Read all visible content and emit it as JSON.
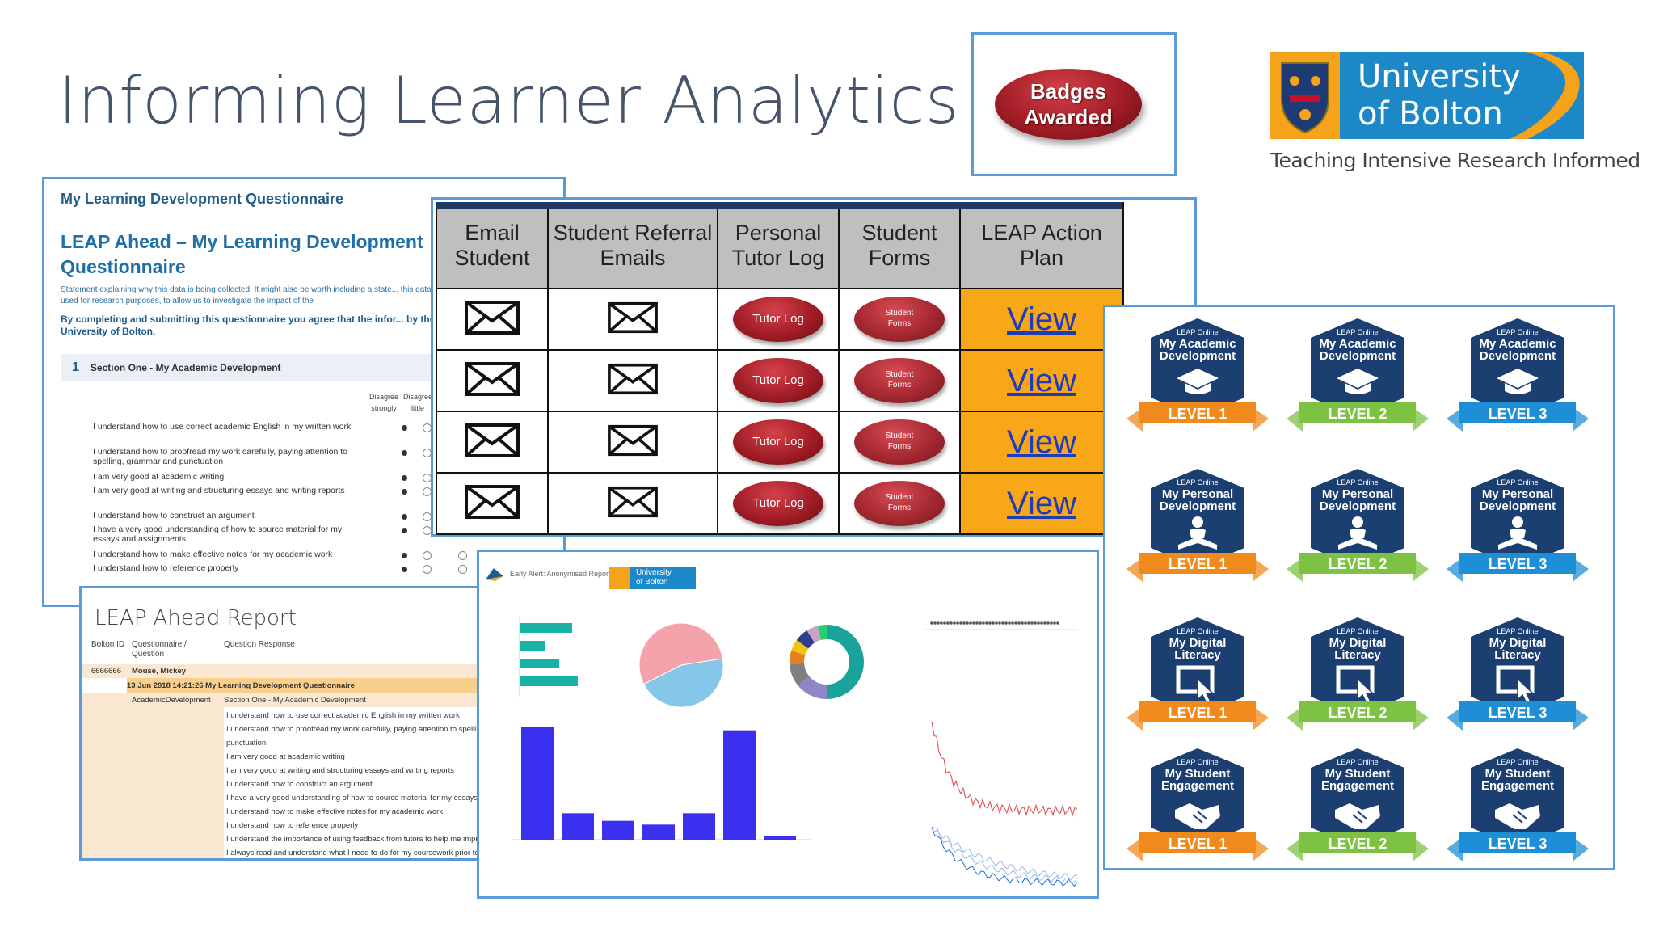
{
  "slide": {
    "title": "Informing Learner Analytics"
  },
  "badges_button": {
    "line1": "Badges",
    "line2": "Awarded"
  },
  "university_logo": {
    "line1": "University",
    "line2": "of Bolton",
    "tagline": "Teaching Intensive Research Informed"
  },
  "questionnaire": {
    "top_label": "My Learning Development Questionnaire",
    "title": "LEAP Ahead – My Learning Development Questionnaire",
    "description": "Statement explaining why this data is being collected. It might also be worth including a state... this data will also be used for research purposes, to allow us to investigate the impact of the",
    "agreement": "By completing and submitting this questionnaire you agree that the infor... by the University of Bolton.",
    "section_number": "1",
    "section_title": "Section One - My Academic Development",
    "col1": "Disagree strongly",
    "col2": "Disagree little",
    "items": [
      "I understand how to use correct academic English in my written work",
      "I understand how to proofread my work carefully, paying attention to spelling, grammar and punctuation",
      "I am very good at academic writing",
      "I am very good at writing and structuring essays and writing reports",
      "I understand how to construct an argument",
      "I have a very good understanding of how to source material for my essays and assignments",
      "I understand how to make effective notes for my academic work",
      "I understand how to reference properly"
    ]
  },
  "report": {
    "title": "LEAP Ahead Report",
    "col_bolton_id": "Bolton ID",
    "col_questionnaire": "Questionnaire / Question",
    "col_response": "Question Response",
    "student_id": "6666666",
    "student_name": "Mouse, Mickey",
    "timestamp_row": "13 Jun 2018 14:21:26 My Learning Development Questionnaire",
    "category": "AcademicDevelopment",
    "section_row": "Section One - My Academic Development",
    "responses": [
      "I understand how to use correct academic English in my written work",
      "I understand how to proofread my work carefully, paying attention to spelling",
      "punctuation",
      "I am very good at academic writing",
      "I am very good at writing and structuring essays and writing reports",
      "I understand how to construct an argument",
      "I have a very good understanding of how to source material for my essays a",
      "I understand how to make effective notes for my academic work",
      "I understand how to reference properly",
      "I understand the importance of using feedback from tutors to help me improv",
      "I always read and understand what I need to do for my coursework prior to s"
    ]
  },
  "action_table": {
    "headers": [
      "Email Student",
      "Student Referral Emails",
      "Personal Tutor Log",
      "Student Forms",
      "LEAP Action Plan"
    ],
    "tutor_button": "Tutor Log",
    "forms_button_line1": "Student",
    "forms_button_line2": "Forms",
    "view_link": "View",
    "accent": "#f7a718"
  },
  "badges_grid": {
    "online_label": "LEAP Online",
    "colors": {
      "level1": "#f08a1c",
      "level2": "#7dc242",
      "level3": "#1e8fd6",
      "hex": "#1c3f72"
    },
    "rows": [
      {
        "line1": "My Academic",
        "line2": "Development",
        "icon": "graduation-cap-icon"
      },
      {
        "line1": "My Personal",
        "line2": "Development",
        "icon": "person-reading-icon"
      },
      {
        "line1": "My Digital",
        "line2": "Literacy",
        "icon": "cursor-click-icon"
      },
      {
        "line1": "My Student",
        "line2": "Engagement",
        "icon": "handshake-icon"
      }
    ],
    "levels": [
      "LEVEL 1",
      "LEVEL 2",
      "LEVEL 3"
    ]
  },
  "dashboard": {
    "report_title": "Early Alert: Anonymised Report",
    "logo_line1": "University",
    "logo_line2": "of Bolton",
    "hbar_values": [
      3.7,
      1.8,
      2.8,
      4.1
    ],
    "pie_percent": [
      45,
      55
    ],
    "bar_values": [
      3.0,
      0.7,
      0.5,
      0.4,
      0.7,
      2.9,
      0.1
    ],
    "bar_color": "#3b2ff0",
    "pie_colors": [
      "#86c6e8",
      "#f4a3ab"
    ],
    "donut_colors": [
      "#1aa39a",
      "#8d87c6",
      "#7f7f7f",
      "#e67e22",
      "#f1c40f",
      "#2d3e8a",
      "#c9a1c9",
      "#2ecc71"
    ]
  }
}
